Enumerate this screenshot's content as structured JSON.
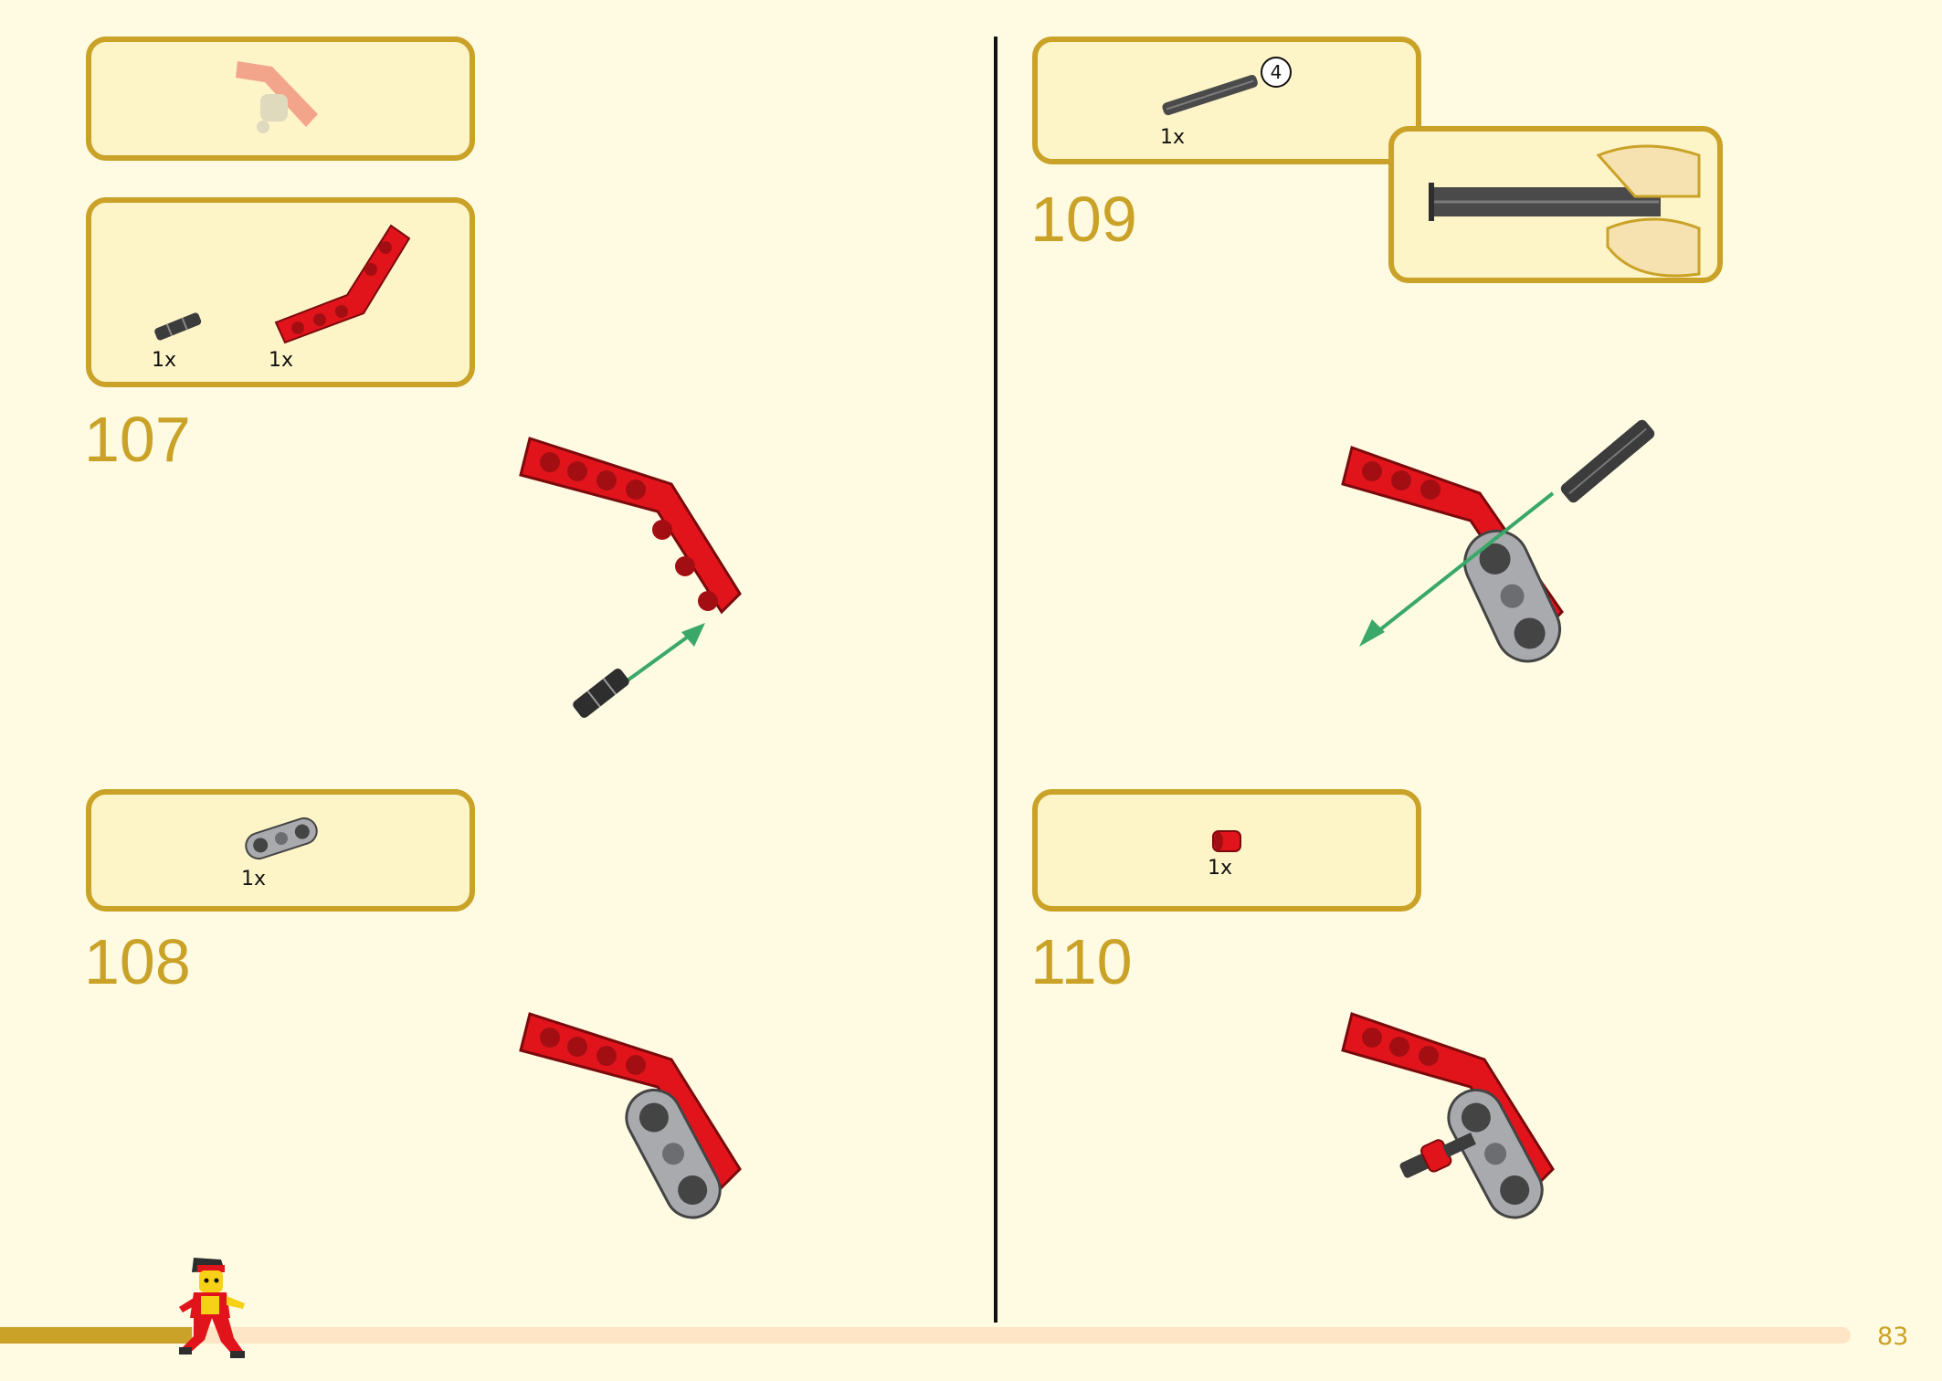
{
  "page": {
    "number": "83"
  },
  "steps": [
    {
      "number": "107",
      "parts": [
        {
          "name": "axle-connector",
          "qty": "1x"
        },
        {
          "name": "red-angled-beam",
          "qty": "1x"
        }
      ]
    },
    {
      "number": "108",
      "parts": [
        {
          "name": "gray-connector-plate",
          "qty": "1x"
        }
      ]
    },
    {
      "number": "109",
      "parts": [
        {
          "name": "gray-axle",
          "qty": "1x",
          "length_badge": "4"
        }
      ]
    },
    {
      "number": "110",
      "parts": [
        {
          "name": "red-bush",
          "qty": "1x"
        }
      ]
    }
  ],
  "colors": {
    "accent": "#c9a227",
    "box_fill": "#fdf4c8",
    "page_bg": "#fffbe3",
    "brick_red": "#e2141b",
    "brick_gray": "#a8aaad",
    "arrow_green": "#3aa868"
  }
}
